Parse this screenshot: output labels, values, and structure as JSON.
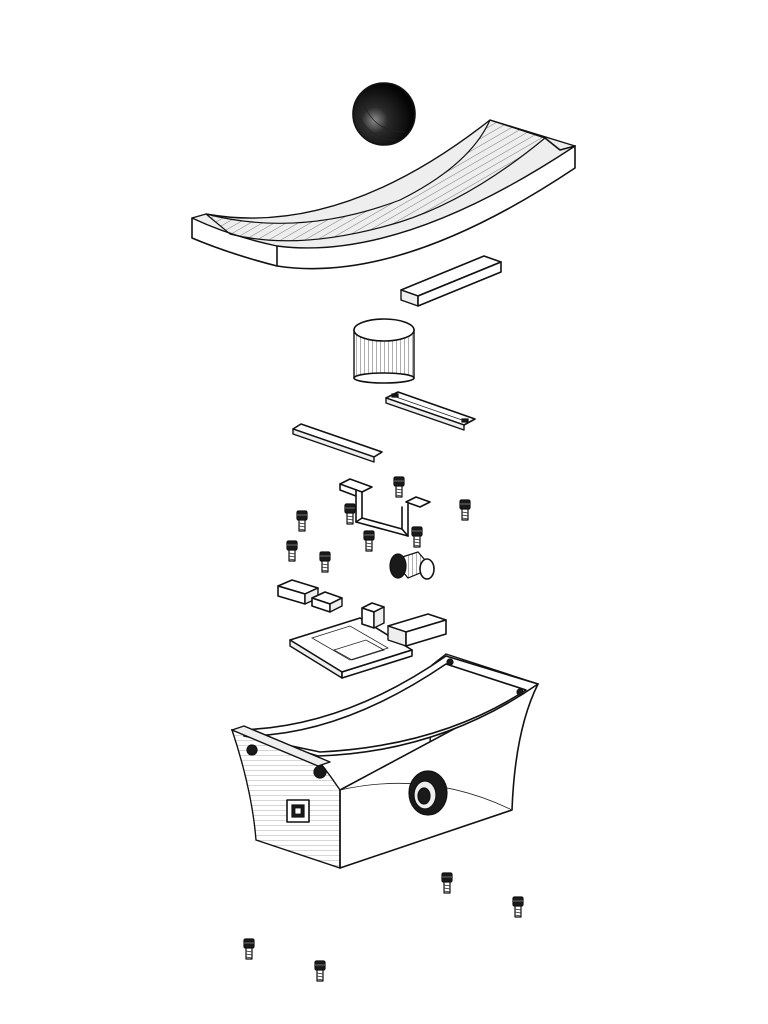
{
  "figure": {
    "background": "#ffffff",
    "line_color": "#111111",
    "parts": [
      "ball",
      "curved-track",
      "top-block",
      "ribbed-cylinder",
      "slotted-rail",
      "long-rail",
      "u-bracket",
      "screws",
      "knob",
      "small-blocks",
      "base-plate",
      "enclosure",
      "enclosure-port",
      "enclosure-knob",
      "bottom-screws"
    ]
  }
}
